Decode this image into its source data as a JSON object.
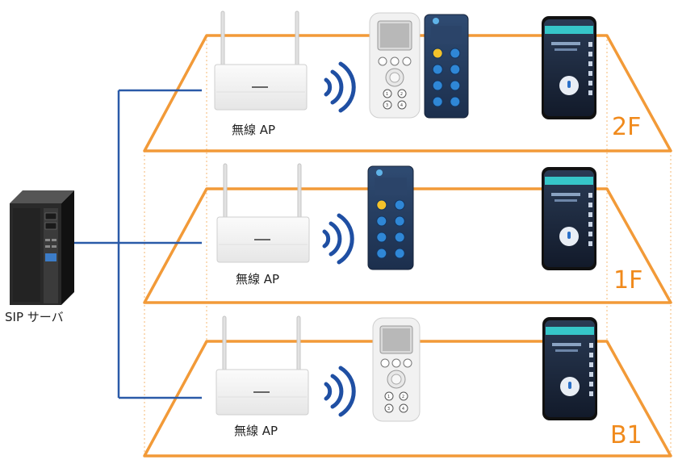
{
  "server": {
    "label": "SIP サーバ"
  },
  "floors": [
    {
      "name": "2F",
      "ap_label": "無線 AP"
    },
    {
      "name": "1F",
      "ap_label": "無線 AP"
    },
    {
      "name": "B1",
      "ap_label": "無線 AP"
    }
  ],
  "colors": {
    "floor_outline": "#f29a38",
    "floor_label": "#f08a1c",
    "network_line": "#2a5aa8",
    "wifi_waves": "#1f4fa3",
    "ap_body": "#f4f4f4",
    "server_body": "#222222"
  },
  "devices": {
    "handset_keys": [
      "1",
      "2",
      "3",
      "4"
    ],
    "icons": [
      "server-icon",
      "wireless-ap-icon",
      "wifi-signal-icon",
      "handset-icon",
      "ptt-terminal-icon",
      "smartphone-icon"
    ]
  }
}
